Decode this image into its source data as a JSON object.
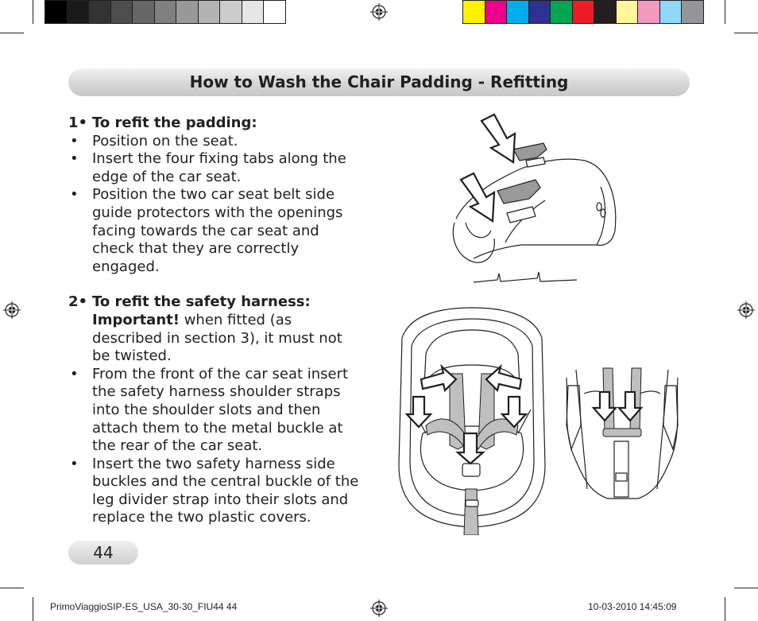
{
  "colors": {
    "grayscale_bar": [
      "#000000",
      "#1a1a1a",
      "#333333",
      "#4d4d4d",
      "#666666",
      "#808080",
      "#999999",
      "#b3b3b3",
      "#cccccc",
      "#e6e6e6",
      "#ffffff"
    ],
    "process_bar": [
      "#fff200",
      "#ec008c",
      "#00aeef",
      "#2e3192",
      "#00a651",
      "#ed1c24",
      "#231f20",
      "#fff799",
      "#f49ac1",
      "#8ed8f8",
      "#939598"
    ],
    "text": "#231f20",
    "title_pill": "#d6d6d6"
  },
  "header": {
    "title": "How to Wash the Chair Padding - Refitting"
  },
  "sections": [
    {
      "number": "1•",
      "heading": "To refit the padding:",
      "bullets": [
        "Position on the seat.",
        "Insert the four fixing tabs along the edge of the car seat.",
        "Position the two car seat belt side guide protectors with the openings facing towards the car seat and check that they are correctly engaged."
      ]
    },
    {
      "number": "2•",
      "heading": "To refit the safety harness:",
      "important_label": "Important!",
      "important_text": " when fitted (as described in section 3), it must not be twisted.",
      "bullets": [
        "From the front of the car seat insert the safety harness shoulder straps into the shoulder slots and then attach them to the metal buckle at the rear of the car seat.",
        "Insert the two safety harness side buckles and the central buckle of the leg divider strap into their slots and replace the two plastic covers."
      ]
    }
  ],
  "bullet_symbol": "•",
  "page_number": "44",
  "footer": {
    "slug_left": "PrimoViaggioSIP-ES_USA_30-30_FIU44   44",
    "slug_right": "10-03-2010   14:45:09"
  },
  "icons": [
    "registration-mark-icon",
    "arrow-icon"
  ]
}
